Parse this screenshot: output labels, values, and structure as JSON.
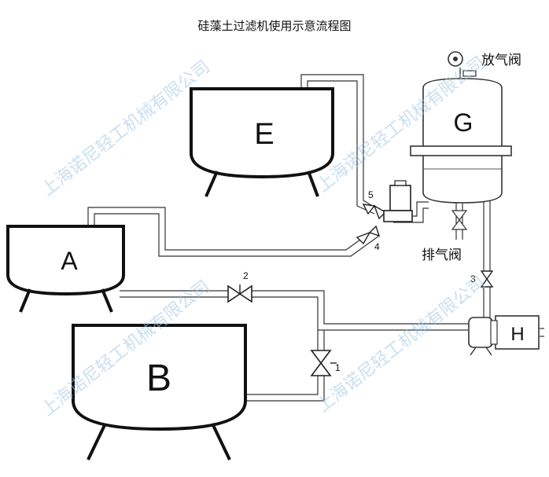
{
  "title": "硅藻土过滤机使用示意流程图",
  "tanks": {
    "a": "A",
    "b": "B",
    "e": "E",
    "g": "G",
    "h": "H"
  },
  "labels": {
    "vent_valve": "放气阀",
    "drain_valve": "排气阀"
  },
  "valves": {
    "v1": "1",
    "v2": "2",
    "v3": "3",
    "v4": "4",
    "v5": "5"
  },
  "watermark": "上海诺尼轻工机械有限公司"
}
